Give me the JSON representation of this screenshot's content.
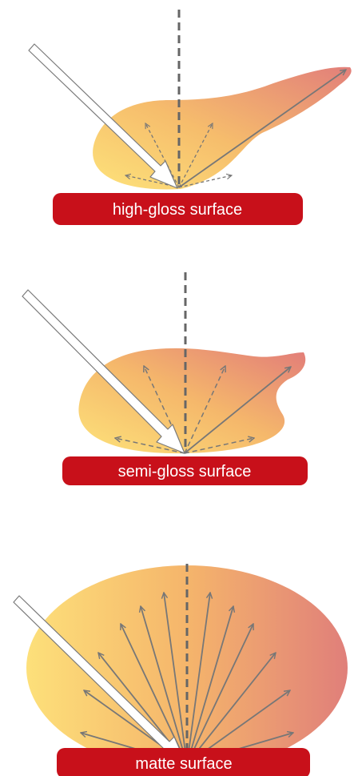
{
  "colors": {
    "surface_bar": "#c8101a",
    "lobe_light": "#fcd96f",
    "lobe_mid": "#f4b36a",
    "lobe_dark": "#e07b78",
    "ray": "#777777",
    "incident_fill": "#ffffff",
    "incident_stroke": "#7a7a7a",
    "normal_line": "#666666",
    "label_text": "#ffffff"
  },
  "panels": [
    {
      "id": "high-gloss",
      "label": "high-gloss surface"
    },
    {
      "id": "semi-gloss",
      "label": "semi-gloss surface"
    },
    {
      "id": "matte",
      "label": "matte surface"
    }
  ]
}
